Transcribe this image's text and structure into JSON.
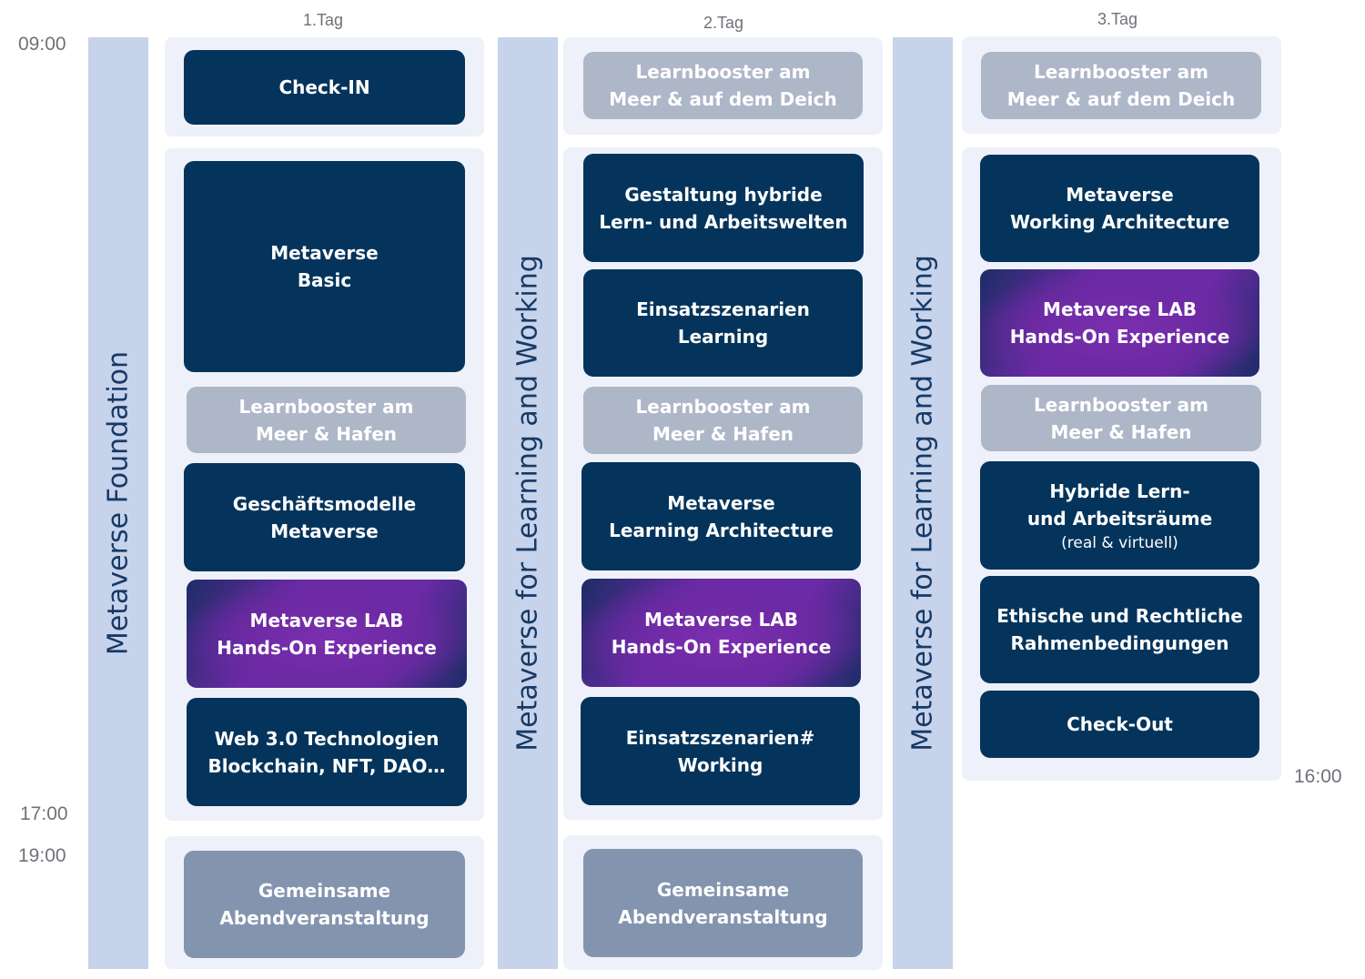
{
  "times": {
    "start": "09:00",
    "end_day": "17:00",
    "evening": "19:00",
    "end_day3": "16:00"
  },
  "days": [
    "1.Tag",
    "2.Tag",
    "3.Tag"
  ],
  "tracks": [
    "Metaverse Foundation",
    "Metaverse for Learning and Working",
    "Metaverse for Learning and Working"
  ],
  "day1": {
    "checkin": "Check-IN",
    "basic": [
      "Metaverse",
      "Basic"
    ],
    "booster": [
      "Learnbooster am",
      "Meer & Hafen"
    ],
    "business": [
      "Geschäftsmodelle",
      "Metaverse"
    ],
    "lab": [
      "Metaverse LAB",
      "Hands-On Experience"
    ],
    "web3": [
      "Web 3.0 Technologien",
      "Blockchain, NFT, DAO…"
    ],
    "evening": [
      "Gemeinsame",
      "Abendveranstaltung"
    ]
  },
  "day2": {
    "booster_morning": [
      "Learnbooster am",
      "Meer & auf dem Deich"
    ],
    "hybrid_design": [
      "Gestaltung hybride",
      "Lern- und Arbeitswelten"
    ],
    "scenarios_learning": [
      "Einsatzszenarien",
      "Learning"
    ],
    "booster": [
      "Learnbooster am",
      "Meer & Hafen"
    ],
    "learning_arch": [
      "Metaverse",
      "Learning Architecture"
    ],
    "lab": [
      "Metaverse LAB",
      "Hands-On Experience"
    ],
    "scenarios_working": [
      "Einsatzszenarien#",
      "Working"
    ],
    "evening": [
      "Gemeinsame",
      "Abendveranstaltung"
    ]
  },
  "day3": {
    "booster_morning": [
      "Learnbooster am",
      "Meer & auf dem Deich"
    ],
    "working_arch": [
      "Metaverse",
      "Working Architecture"
    ],
    "lab": [
      "Metaverse LAB",
      "Hands-On Experience"
    ],
    "booster": [
      "Learnbooster am",
      "Meer & Hafen"
    ],
    "hybrid_rooms": [
      "Hybride Lern-",
      "und Arbeitsräume",
      "(real & virtuell)"
    ],
    "ethics": [
      "Ethische und Rechtliche",
      "Rahmenbedingungen"
    ],
    "checkout": "Check-Out"
  },
  "colors": {
    "navy": "#04345b",
    "booster": "#adb7c8",
    "evening": "#8394ae",
    "track": "#c7d3eb",
    "lab": "#6e2aa4"
  }
}
